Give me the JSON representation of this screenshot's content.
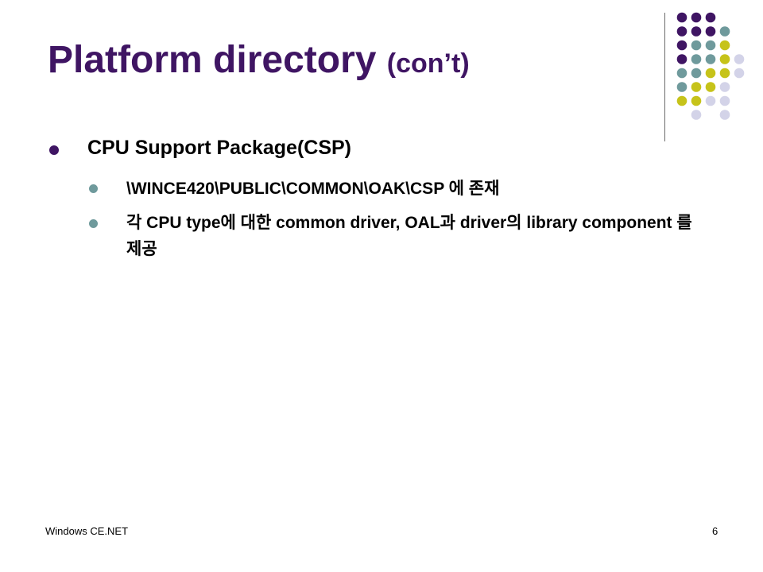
{
  "slide": {
    "title_main": "Platform directory",
    "title_sub": "(con’t)",
    "bullets": [
      {
        "level": 1,
        "text": "CPU Support Package(CSP)"
      },
      {
        "level": 2,
        "text": "\\WINCE420\\PUBLIC\\COMMON\\OAK\\CSP 에 존재"
      },
      {
        "level": 2,
        "text": "각 CPU type에 대한 common driver, OAL과 driver의 library component 를 제공"
      }
    ],
    "footer": "Windows CE.NET",
    "page_number": "6"
  },
  "theme": {
    "title_color": "#3f1563",
    "dot_colors": {
      "purple": "#3f1563",
      "teal": "#6f9a9c",
      "olive": "#c6c31a",
      "lavender": "#d3d3e8"
    }
  }
}
